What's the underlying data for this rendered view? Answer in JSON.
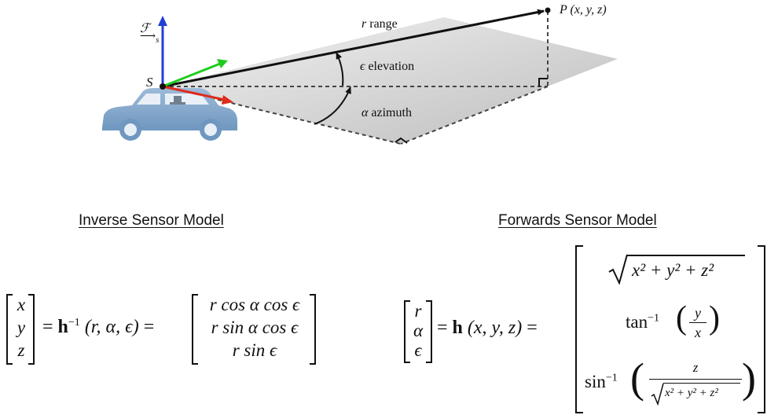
{
  "diagram": {
    "point_label": "P (x, y, z)",
    "sensor_label": "S",
    "frame_symbol": "ℱ",
    "frame_subscript": "s",
    "range_symbol": "r",
    "range_word": "range",
    "elevation_symbol": "ϵ",
    "elevation_word": "elevation",
    "azimuth_symbol": "α",
    "azimuth_word": "azimuth",
    "colors": {
      "z_axis": "#1f3fd6",
      "y_axis": "#1fcc1f",
      "x_axis": "#e02a1a",
      "car_body": "#7fa6cc",
      "plane": "#cfcfcf"
    }
  },
  "inverse": {
    "heading": "Inverse Sensor Model",
    "lhs": [
      "x",
      "y",
      "z"
    ],
    "func": "h",
    "func_exp": "−1",
    "args": "(r, α, ϵ)",
    "equals": "=",
    "rhs": [
      "r cos α cos ϵ",
      "r sin α cos ϵ",
      "r sin ϵ"
    ]
  },
  "forward": {
    "heading": "Forwards Sensor Model",
    "lhs": [
      "r",
      "α",
      "ϵ"
    ],
    "func": "h",
    "args": "(x, y, z)",
    "equals": "=",
    "row1_radicand": "x² + y² + z²",
    "row2_func": "tan",
    "row2_exp": "−1",
    "row2_num": "y",
    "row2_den": "x",
    "row3_func": "sin",
    "row3_exp": "−1",
    "row3_num": "z",
    "row3_den_radicand": "x² + y² + z²"
  }
}
